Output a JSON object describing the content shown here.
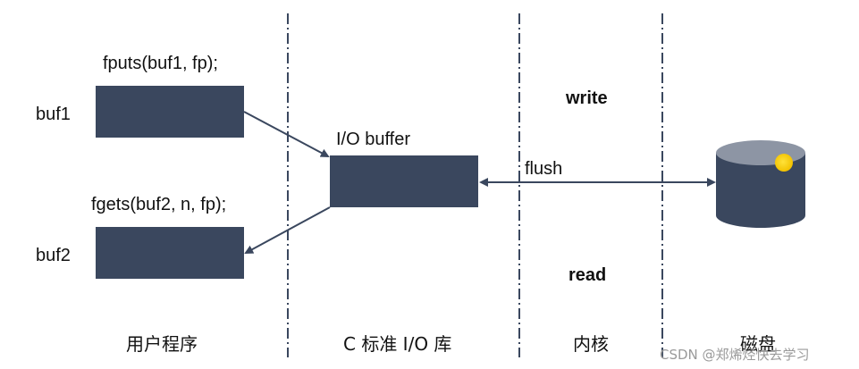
{
  "labels": {
    "fputs_call": "fputs(buf1, fp);",
    "fgets_call": "fgets(buf2, n, fp);",
    "buf1": "buf1",
    "buf2": "buf2",
    "io_buffer": "I/O buffer",
    "flush": "flush",
    "write": "write",
    "read": "read"
  },
  "columns": [
    "用户程序",
    "C 标准 I/O 库",
    "内核",
    "磁盘"
  ],
  "watermark": "CSDN @郑烯烃快去学习",
  "colors": {
    "block": "#3a475e",
    "arrow": "#3a475e",
    "divider": "#3a475e",
    "disk_top": "#8d95a4",
    "disk_body": "#3a475e",
    "cursor": "#f2c200"
  }
}
